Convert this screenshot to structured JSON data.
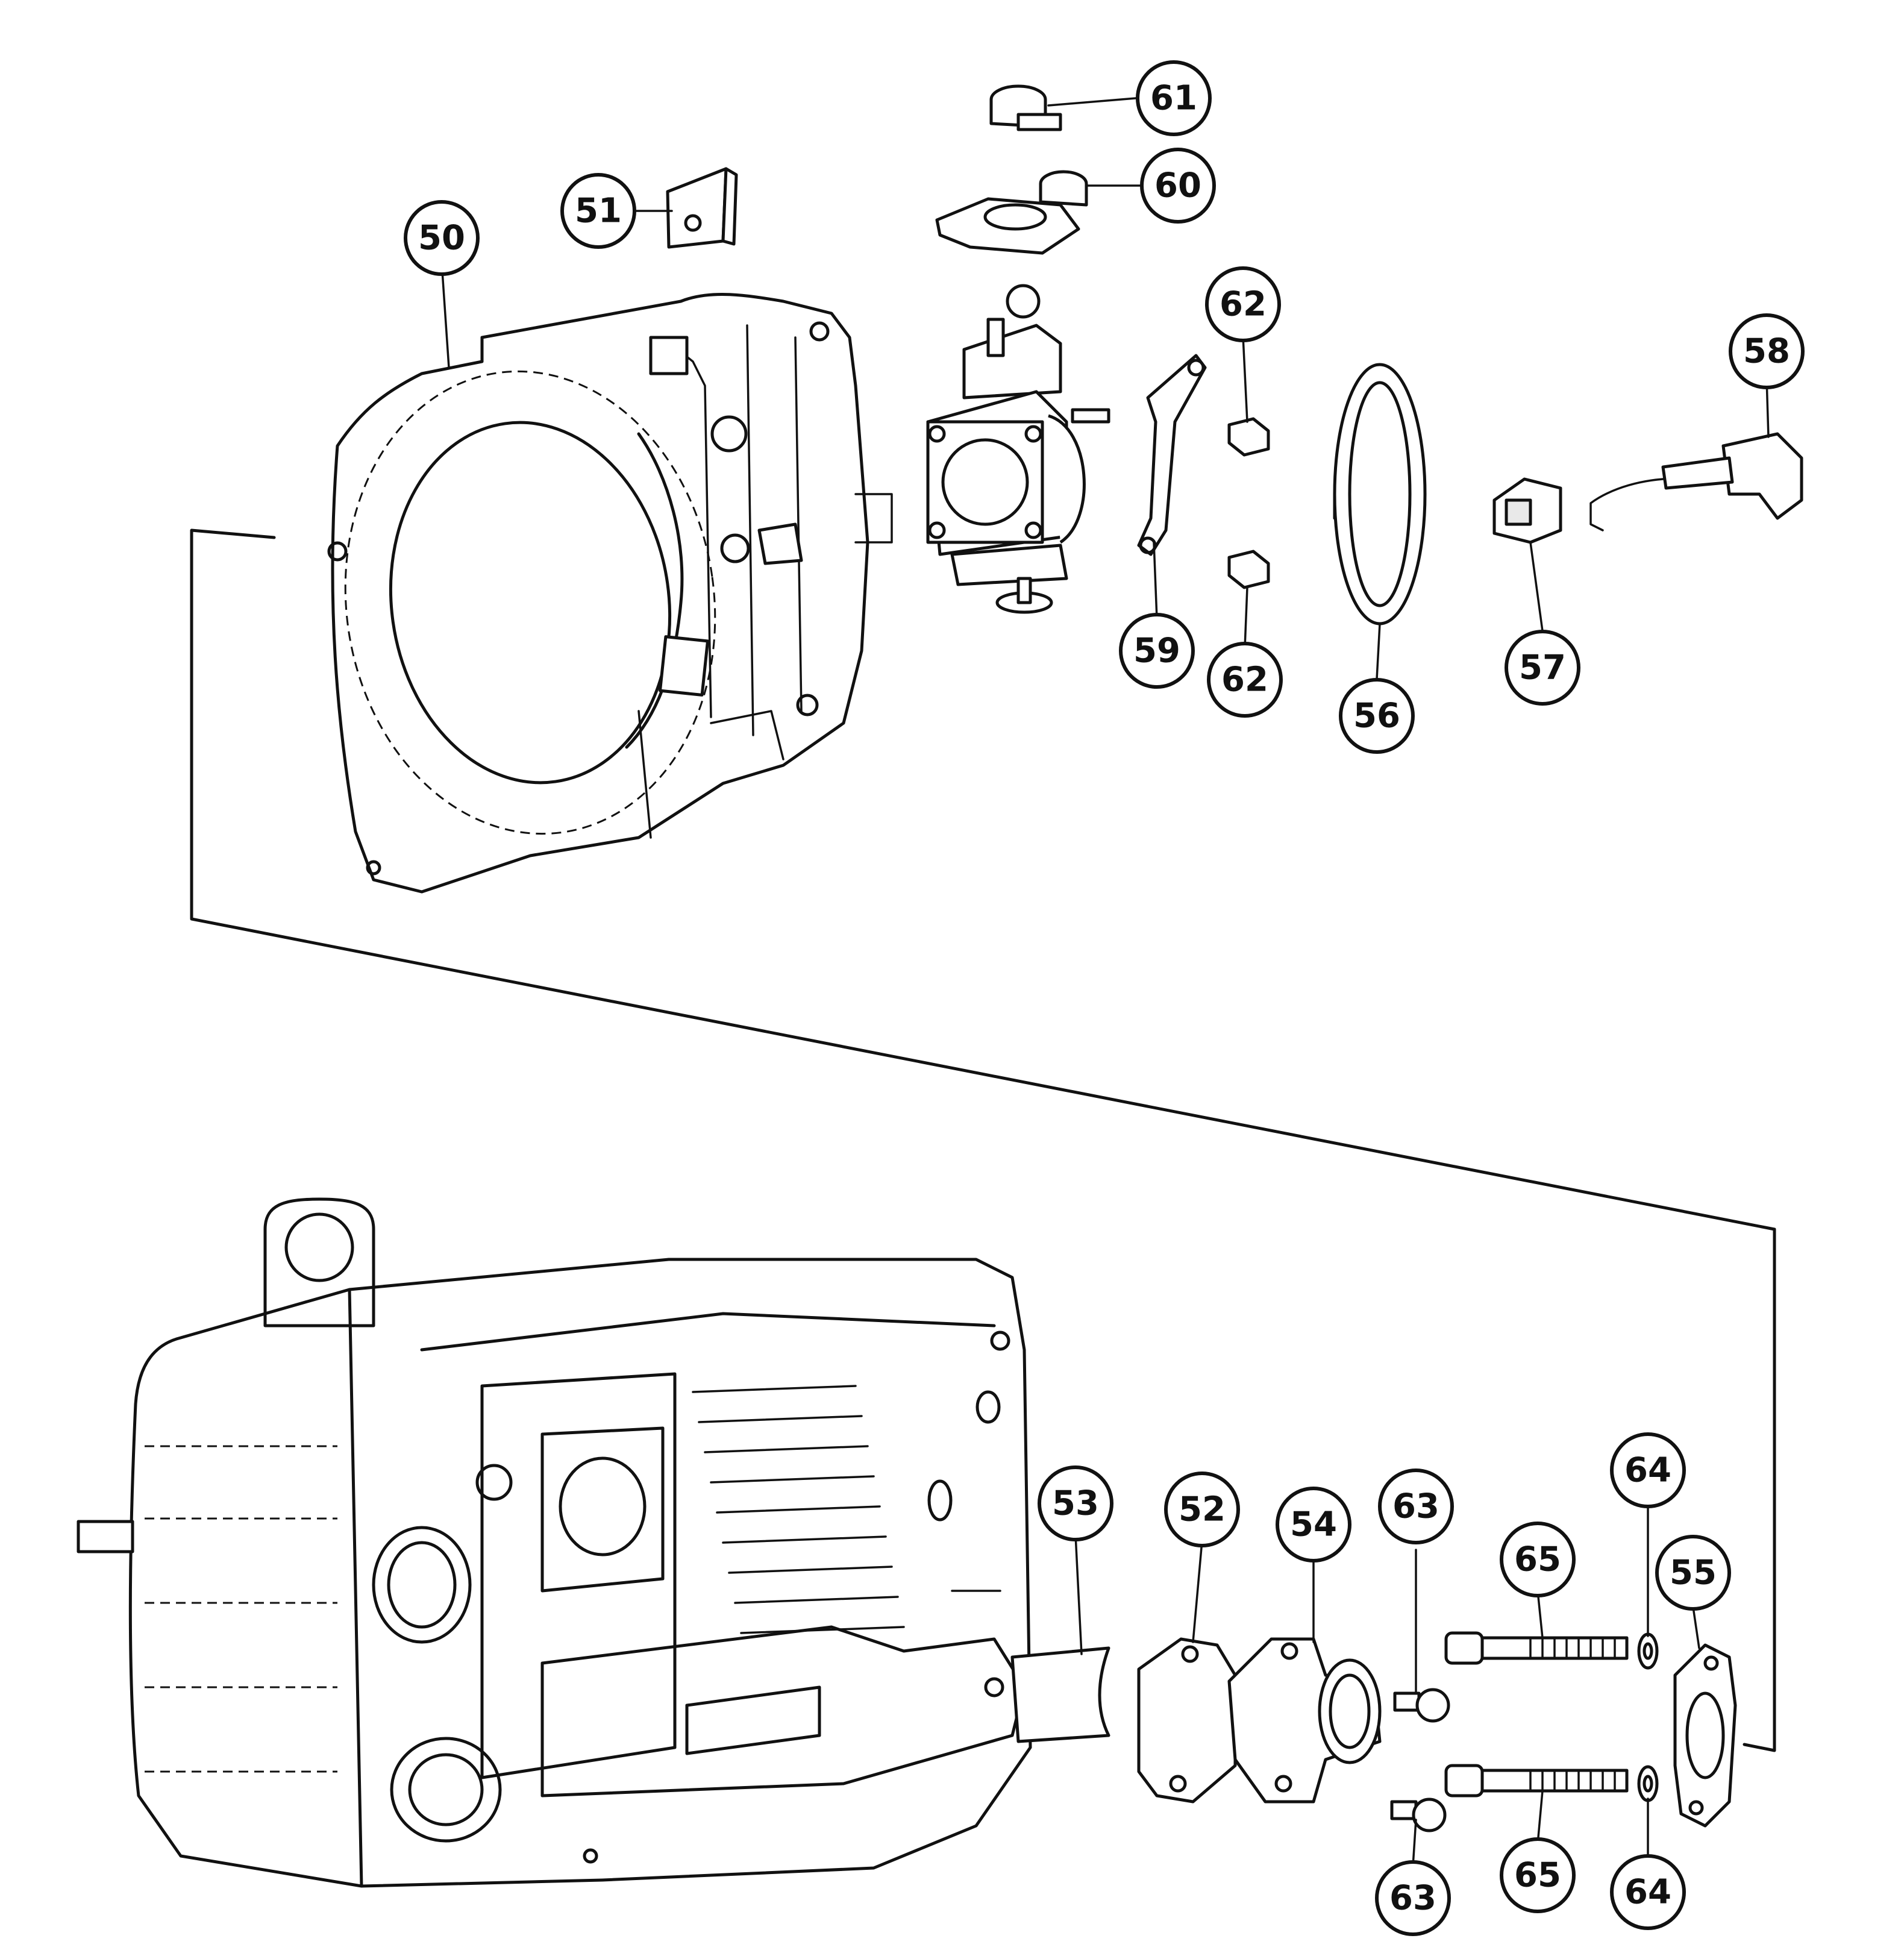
{
  "diagram": {
    "callout_color": "#111111",
    "callouts": [
      {
        "id": "c61",
        "label": "61"
      },
      {
        "id": "c60",
        "label": "60"
      },
      {
        "id": "c51",
        "label": "51"
      },
      {
        "id": "c50",
        "label": "50"
      },
      {
        "id": "c62a",
        "label": "62"
      },
      {
        "id": "c58",
        "label": "58"
      },
      {
        "id": "c59",
        "label": "59"
      },
      {
        "id": "c62b",
        "label": "62"
      },
      {
        "id": "c57",
        "label": "57"
      },
      {
        "id": "c56",
        "label": "56"
      },
      {
        "id": "c53",
        "label": "53"
      },
      {
        "id": "c52",
        "label": "52"
      },
      {
        "id": "c54",
        "label": "54"
      },
      {
        "id": "c63a",
        "label": "63"
      },
      {
        "id": "c64a",
        "label": "64"
      },
      {
        "id": "c65a",
        "label": "65"
      },
      {
        "id": "c55",
        "label": "55"
      },
      {
        "id": "c65b",
        "label": "65"
      },
      {
        "id": "c64b",
        "label": "64"
      },
      {
        "id": "c63b",
        "label": "63"
      }
    ]
  }
}
